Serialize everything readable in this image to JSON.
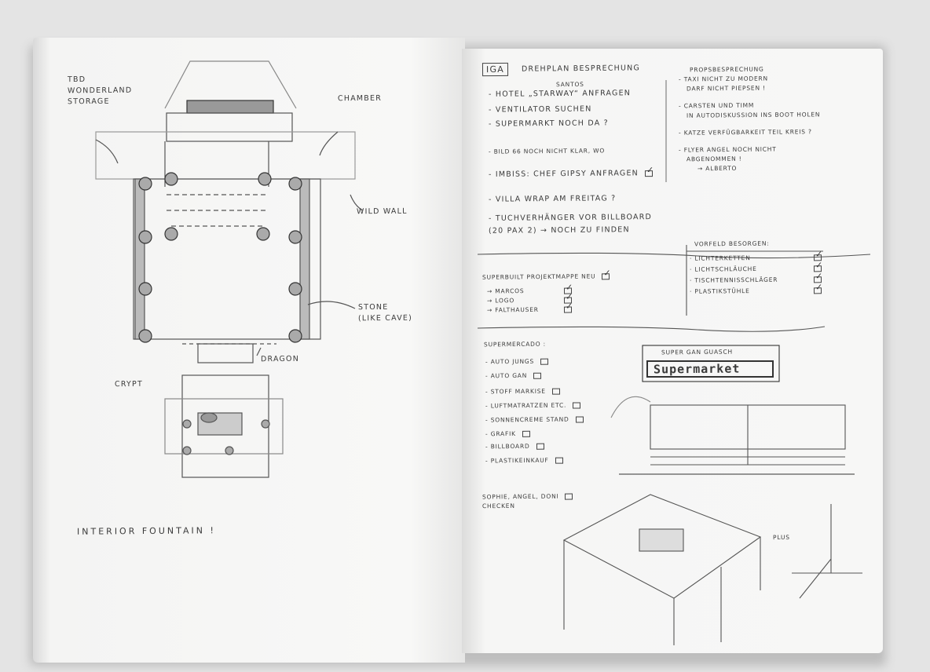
{
  "left_page": {
    "labels": {
      "storage": [
        "TBD",
        "WONDERLAND",
        "STORAGE"
      ],
      "chamber": "CHAMBER",
      "wild_wall": "WILD WALL",
      "stone": [
        "STONE",
        "(LIKE CAVE)"
      ],
      "dragon": "DRAGON",
      "crypt": "CRYPT",
      "fountain": "INTERIOR FOUNTAIN !"
    }
  },
  "right_page": {
    "title_box": "IGA",
    "title": "DREHPLAN BESPRECHUNG",
    "notes": [
      {
        "text": "- HOTEL „STARWAY“ ANFRAGEN",
        "above": "SANTOS"
      },
      {
        "text": "- VENTILATOR SUCHEN"
      },
      {
        "text": "- SUPERMARKT NOCH DA ?"
      },
      {
        "text": "- BILD 66 NOCH NICHT KLAR, WO"
      },
      {
        "text": "- IMBISS: CHEF GIPSY ANFRAGEN",
        "checked": true
      },
      {
        "text": "- VILLA WRAP AM FREITAG ?"
      },
      {
        "text": "- TUCHVERHÄNGER VOR BILLBOARD"
      },
      {
        "text": "(20 PAX 2) → NOCH ZU FINDEN"
      }
    ],
    "props": {
      "title": "PROPSBESPRECHUNG",
      "items": [
        "- TAXI NICHT ZU MODERN",
        "DARF NICHT PIEPSEN !",
        "- CARSTEN UND TIMM",
        "IN AUTODISKUSSION INS BOOT HOLEN",
        "- KATZE VERFÜGBARKEIT TEIL KREIS ?",
        "- FLYER ANGEL NOCH NICHT",
        "ABGENOMMEN !",
        "→ ALBERTO"
      ]
    },
    "vorfeld": {
      "title": "VORFELD BESORGEN:",
      "items": [
        "· LICHTERKETTEN",
        "· LICHTSCHLÄUCHE",
        "· TISCHTENNISSCHLÄGER",
        "· PLASTIKSTÜHLE"
      ]
    },
    "superbuilt": {
      "title": "SUPERBUILT PROJEKTMAPPE NEU",
      "items": [
        "→ MARCOS",
        "→ LOGO",
        "→ FALTHAUSER"
      ]
    },
    "supermercado": {
      "title": "SUPERMERCADO :",
      "items": [
        "- AUTO JUNGS",
        "- AUTO GAN",
        "- STOFF MARKISE",
        "- LUFTMATRATZEN ETC.",
        "- SONNENCREME STAND",
        "- GRAFIK",
        "- BILLBOARD",
        "- PLASTIKEINKAUF"
      ]
    },
    "sign": {
      "top": "SUPER GAN GUASCH",
      "main": "Supermarket"
    },
    "crew_note": [
      "SOPHIE, ANGEL, DONI",
      "CHECKEN"
    ],
    "sketch_label": "PLUS"
  }
}
